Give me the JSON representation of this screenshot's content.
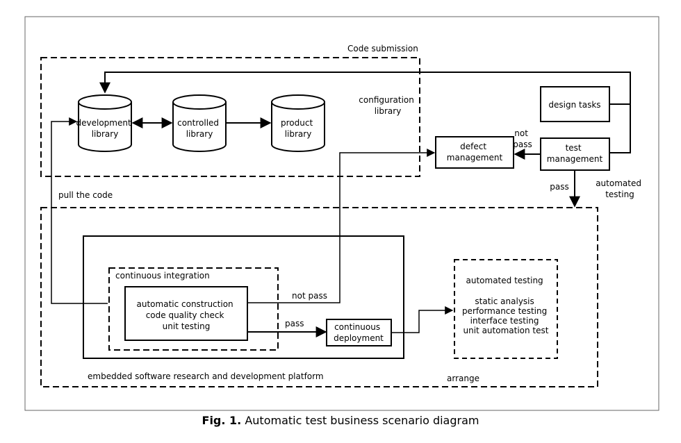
{
  "labels": {
    "code_submission": "Code submission",
    "config_library": [
      "configuration",
      "library"
    ],
    "dev_library": [
      "development",
      "library"
    ],
    "controlled_library": [
      "controlled",
      "library"
    ],
    "product_library": [
      "product",
      "library"
    ],
    "design_tasks": "design tasks",
    "defect_management": [
      "defect",
      "management"
    ],
    "test_management": [
      "test",
      "management"
    ],
    "not_pass_top": [
      "not",
      "pass"
    ],
    "pass_right": "pass",
    "automated_testing_side": [
      "automated",
      "testing"
    ],
    "pull_the_code": "pull the code",
    "continuous_integration": "continuous integration",
    "ci_box": [
      "automatic construction",
      "code quality check",
      "unit testing"
    ],
    "not_pass_mid": "not pass",
    "pass_mid": "pass",
    "continuous_deployment": [
      "continuous",
      "deployment"
    ],
    "automated_testing_box": [
      "automated testing",
      "",
      "static analysis",
      "performance testing",
      "interface testing",
      "unit automation test"
    ],
    "platform": "embedded software research and development platform",
    "arrange": "arrange"
  },
  "caption": {
    "fig": "Fig. 1.",
    "text": "Automatic test business scenario diagram"
  }
}
